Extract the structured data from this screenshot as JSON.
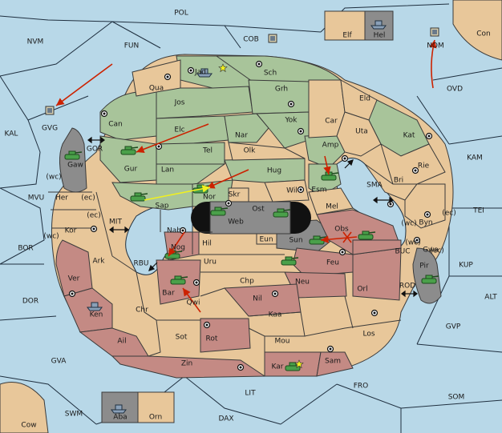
{
  "game": {
    "sea_regions": {
      "pol": "POL",
      "nvm": "NVM",
      "fun": "FUN",
      "cob": "COB",
      "nom": "NOM",
      "con": "Con",
      "ovd": "OVD",
      "kal": "KAL",
      "gvg": "GVG",
      "kam": "KAM",
      "mvu": "MVU",
      "bor": "BOR",
      "dor": "DOR",
      "gva": "GVA",
      "swm": "SWM",
      "dax": "DAX",
      "lit": "LIT",
      "fro": "FRO",
      "som": "SOM",
      "gvp": "GVP",
      "alt": "ALT",
      "kup": "KUP",
      "tei": "TEI",
      "sma": "SMA",
      "mit": "MIT",
      "rbu": "RBU",
      "gor": "GOR",
      "rod": "ROD",
      "buc": "BUC",
      "cow": "Cow"
    },
    "provinces": {
      "jad": "Jad",
      "sch": "Sch",
      "qua": "Qua",
      "jos": "Jos",
      "grh": "Grh",
      "can": "Can",
      "elc": "Elc",
      "nar": "Nar",
      "yok": "Yok",
      "car": "Car",
      "eld": "Eld",
      "uta": "Uta",
      "kat": "Kat",
      "gur": "Gur",
      "tel": "Tel",
      "olk": "Olk",
      "amp": "Amp",
      "rie": "Rie",
      "lan": "Lan",
      "hug": "Hug",
      "esm": "Esm",
      "bri": "Bri",
      "gaw": "Gaw",
      "sap": "Sap",
      "nor": "Nor",
      "wil": "Wil",
      "skr": "Skr",
      "ost": "Ost",
      "web": "Web",
      "mel": "Mel",
      "her": "Her",
      "byn": "Byn",
      "kor": "Kor",
      "nab": "Nab",
      "hil": "Hil",
      "eun": "Eun",
      "sun": "Sun",
      "obs": "Obs",
      "gwa": "Gwa",
      "ark": "Ark",
      "nog": "Nog",
      "uru": "Uru",
      "feu": "Feu",
      "pir": "Pir",
      "ver": "Ver",
      "chp": "Chp",
      "neu": "Neu",
      "orl": "Orl",
      "bar": "Bar",
      "qwi": "Qwi",
      "nil": "Nil",
      "ken": "Ken",
      "chr": "Chr",
      "kaa": "Kaa",
      "los": "Los",
      "ail": "Ail",
      "sot": "Sot",
      "rot": "Rot",
      "mou": "Mou",
      "zin": "Zin",
      "kar": "Kar",
      "sam": "Sam",
      "elf": "Elf",
      "hel": "Hel",
      "aba": "Aba",
      "orn": "Orn"
    },
    "coast_tags": {
      "wc1": "(wc)",
      "ec1": "(ec)",
      "ec2": "(ec)",
      "wc2": "(wc)",
      "wc3": "(wc)",
      "ec3": "(ec)",
      "wc4": "(wc)",
      "ec4": "(ec)"
    },
    "colors": {
      "sea": "#b8d8e8",
      "green_power": "#a8c49a",
      "neutral": "#e8c79a",
      "red_power": "#c48a84",
      "grey_power": "#8c8c8c",
      "order_move": "#cc2200",
      "order_support": "#f0f020"
    }
  }
}
